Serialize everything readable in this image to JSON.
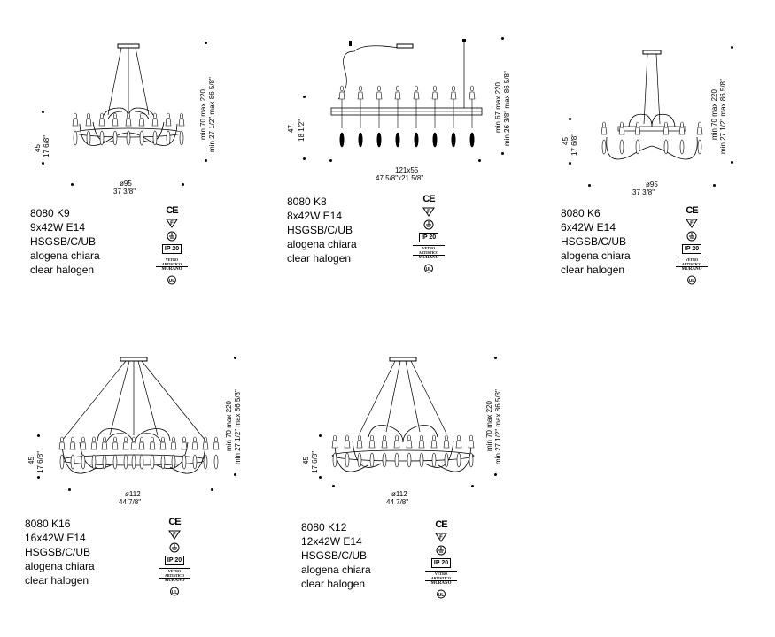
{
  "products": [
    {
      "id": "k9",
      "model": "8080 K9",
      "spec": "9x42W E14",
      "finish": "HSGSB/C/UB",
      "bulb_it": "alogena chiara",
      "bulb_en": "clear halogen",
      "height_cm": "45",
      "height_in": "17 6/8\"",
      "diam_cm": "ø95",
      "diam_in": "37 3/8\"",
      "drop_cm": "min 70  max 220",
      "drop_in": "min 27 1/2\"  max 86 5/8\"",
      "arms": 9
    },
    {
      "id": "k8",
      "model": "8080 K8",
      "spec": "8x42W E14",
      "finish": "HSGSB/C/UB",
      "bulb_it": "alogena chiara",
      "bulb_en": "clear halogen",
      "height_cm": "47",
      "height_in": "18 1/2\"",
      "diam_cm": "121x55",
      "diam_in": "47 5/8\"x21 5/8\"",
      "drop_cm": "min 67  max 220",
      "drop_in": "min 26 3/8\"  max 86 5/8\"",
      "arms": 8
    },
    {
      "id": "k6",
      "model": "8080 K6",
      "spec": "6x42W E14",
      "finish": "HSGSB/C/UB",
      "bulb_it": "alogena chiara",
      "bulb_en": "clear halogen",
      "height_cm": "45",
      "height_in": "17 6/8\"",
      "diam_cm": "ø95",
      "diam_in": "37 3/8\"",
      "drop_cm": "min 70  max 220",
      "drop_in": "min 27 1/2\"  max 86 5/8\"",
      "arms": 6
    },
    {
      "id": "k16",
      "model": "8080 K16",
      "spec": "16x42W E14",
      "finish": "HSGSB/C/UB",
      "bulb_it": "alogena chiara",
      "bulb_en": "clear halogen",
      "height_cm": "45",
      "height_in": "17 6/8\"",
      "diam_cm": "ø112",
      "diam_in": "44 7/8\"",
      "drop_cm": "min 70  max 220",
      "drop_in": "min 27 1/2\"  max 86 5/8\"",
      "arms": 16
    },
    {
      "id": "k12",
      "model": "8080 K12",
      "spec": "12x42W E14",
      "finish": "HSGSB/C/UB",
      "bulb_it": "alogena chiara",
      "bulb_en": "clear halogen",
      "height_cm": "45",
      "height_in": "17 6/8\"",
      "diam_cm": "ø112",
      "diam_in": "44 7/8\"",
      "drop_cm": "min 70  max 220",
      "drop_in": "min 27 1/2\"  max 86 5/8\"",
      "arms": 12
    }
  ],
  "marks": {
    "ce": "CE",
    "f": "F",
    "ip": "IP 20",
    "murano_top": "VETRO ARTISTICO",
    "murano_bottom": "MURANO",
    "ul": "UL"
  }
}
